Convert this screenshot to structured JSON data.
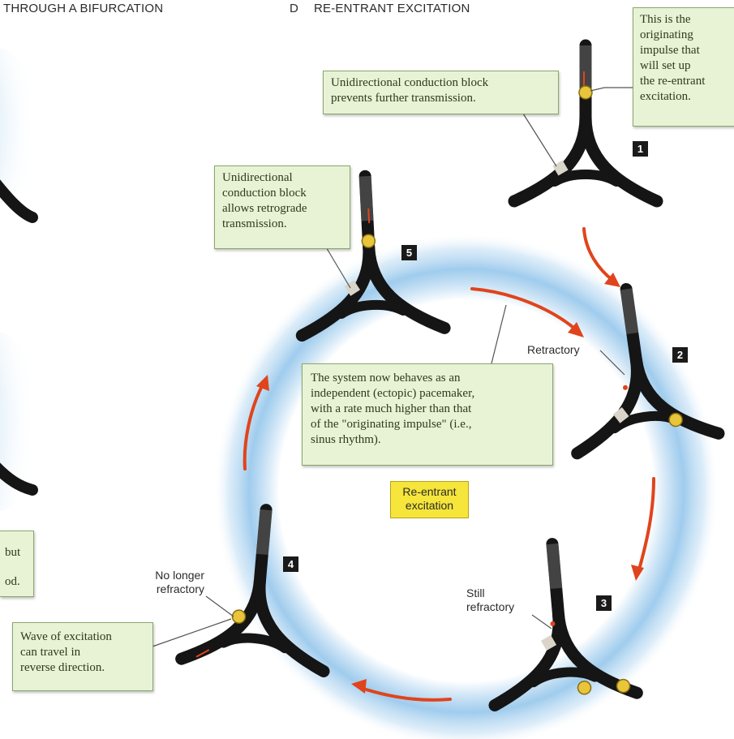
{
  "headers": {
    "left": "THROUGH A BIFURCATION",
    "right_letter": "D",
    "right_title": "RE-ENTRANT EXCITATION"
  },
  "callouts": {
    "originating": "This is the\noriginating\nimpulse that\nwill set up\nthe re-entrant\nexcitation.",
    "block_prevents": "Unidirectional conduction block\nprevents further transmission.",
    "block_allows": "Unidirectional\nconduction block\nallows retrograde\ntransmission.",
    "system": "The system now behaves as an\nindependent (ectopic) pacemaker,\nwith a rate much higher than that\nof the \"originating impulse\" (i.e.,\nsinus rhythm).",
    "wave": "Wave of excitation\ncan travel in\nreverse direction.",
    "partial_left_1": "but",
    "partial_left_2": "od."
  },
  "labels": {
    "retractory": "Retractory",
    "no_longer": "No longer\nrefractory",
    "still": "Still\nrefractory",
    "center": "Re-entrant\nexcitation"
  },
  "steps": [
    "1",
    "2",
    "3",
    "4",
    "5"
  ],
  "colors": {
    "fiber": "#151515",
    "arrow": "#e0441c",
    "impulse": "#e8c53a",
    "block": "#d9d5c8",
    "halo": "#8fc3ea",
    "box_fill": "#e8f3d6",
    "center_label": "#f6e53a"
  }
}
